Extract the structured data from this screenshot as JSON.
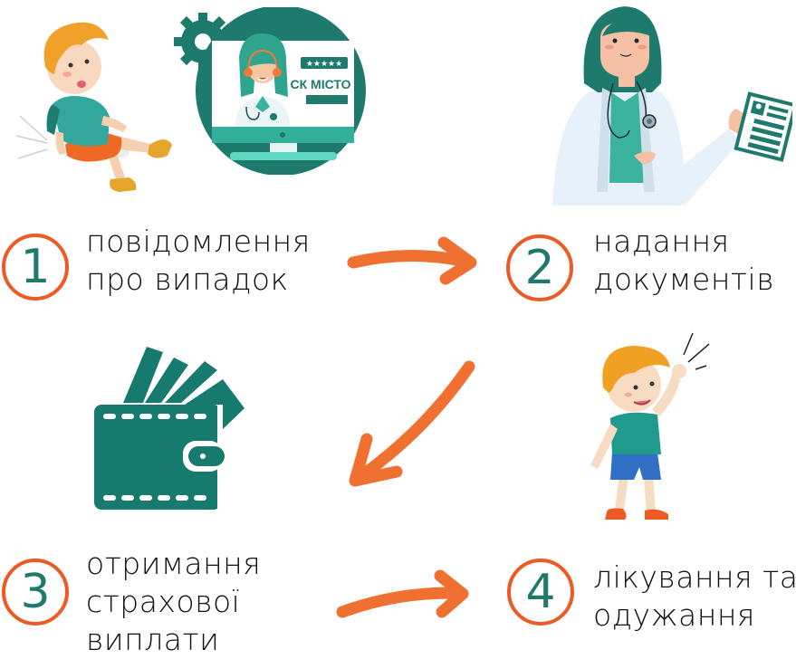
{
  "colors": {
    "accent_orange": "#ee5a24",
    "arrow_orange": "#ef7030",
    "teal_dark": "#1c7a6e",
    "teal_light": "#3bb39e",
    "text": "#111111",
    "background": "#ffffff"
  },
  "steps": [
    {
      "number": "1",
      "lines": [
        "повідомлення",
        "про випадок"
      ],
      "illustration": "falling-boy-and-call-center"
    },
    {
      "number": "2",
      "lines": [
        "надання",
        "документів"
      ],
      "illustration": "doctor-with-document"
    },
    {
      "number": "3",
      "lines": [
        "отримання",
        "страхової",
        "виплати"
      ],
      "illustration": "wallet-with-cards"
    },
    {
      "number": "4",
      "lines": [
        "лікування та",
        "одужання"
      ],
      "illustration": "happy-boy"
    }
  ],
  "monitor": {
    "brand": "СК МІСТО",
    "rating": "★★★★★"
  },
  "arrows": [
    {
      "from": "1",
      "to": "2",
      "direction": "right"
    },
    {
      "from": "2",
      "to": "3",
      "direction": "down-left"
    },
    {
      "from": "3",
      "to": "4",
      "direction": "right"
    }
  ]
}
